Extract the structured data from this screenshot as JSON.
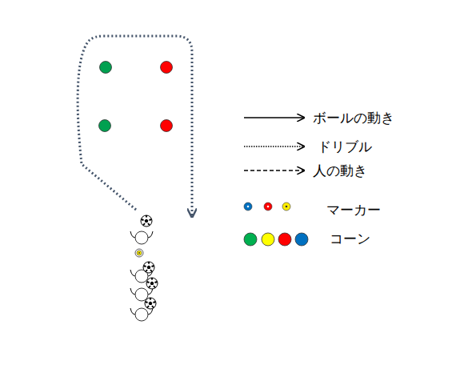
{
  "diagram": {
    "legend": [
      {
        "text": "ボールの動き"
      },
      {
        "text": "ドリブル"
      },
      {
        "text": "人の動き"
      },
      {
        "text": "マーカー"
      },
      {
        "text": "コーン"
      }
    ]
  }
}
